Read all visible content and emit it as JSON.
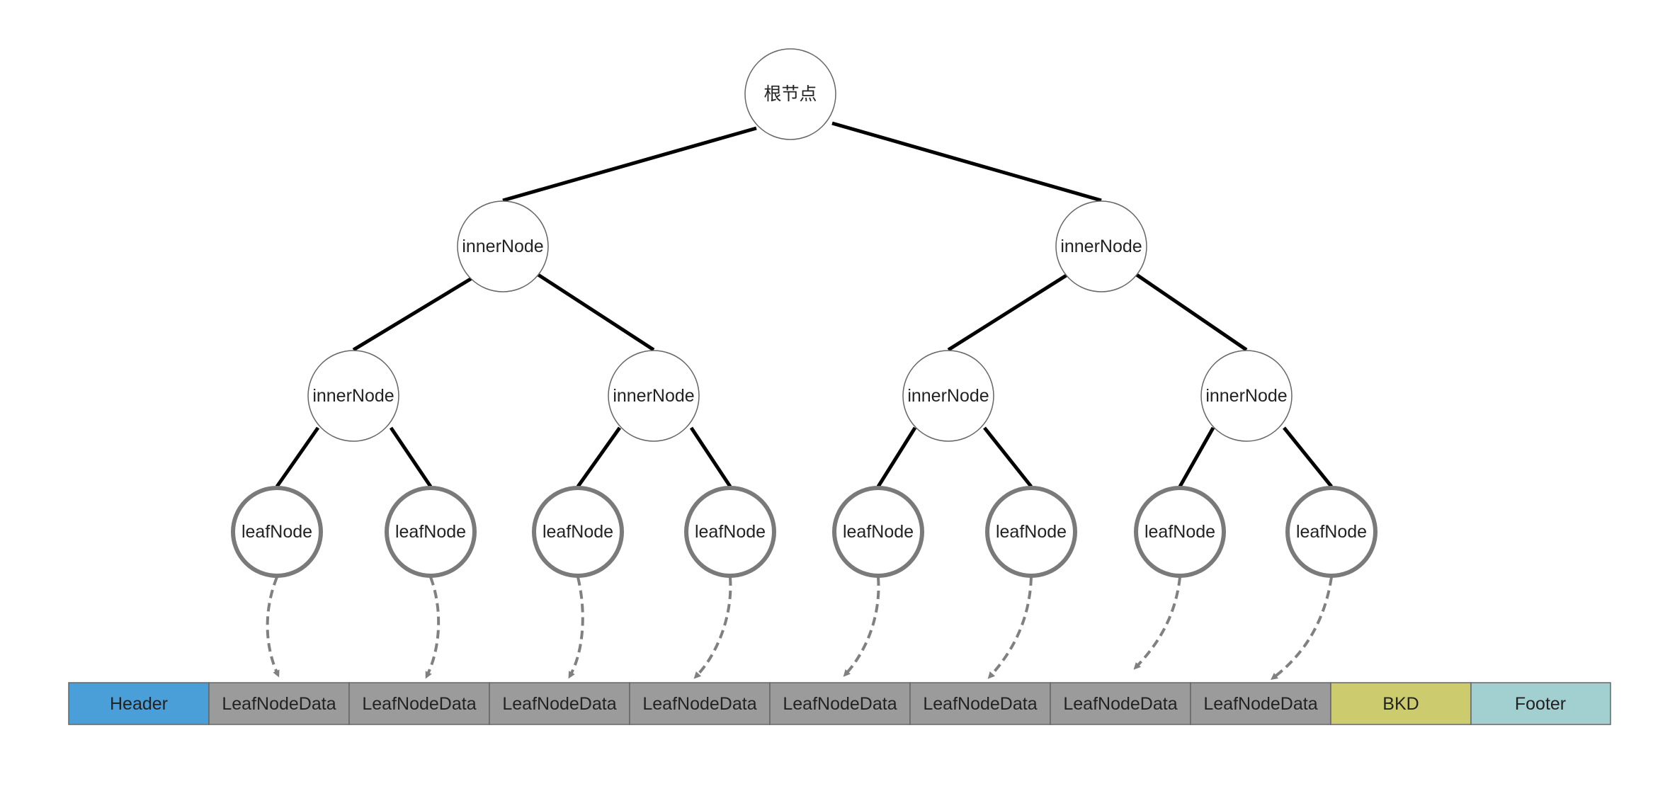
{
  "tree": {
    "root": {
      "label": "根节点"
    },
    "level1": [
      {
        "label": "innerNode"
      },
      {
        "label": "innerNode"
      }
    ],
    "level2": [
      {
        "label": "innerNode"
      },
      {
        "label": "innerNode"
      },
      {
        "label": "innerNode"
      },
      {
        "label": "innerNode"
      }
    ],
    "leaves": [
      {
        "label": "leafNode"
      },
      {
        "label": "leafNode"
      },
      {
        "label": "leafNode"
      },
      {
        "label": "leafNode"
      },
      {
        "label": "leafNode"
      },
      {
        "label": "leafNode"
      },
      {
        "label": "leafNode"
      },
      {
        "label": "leafNode"
      }
    ]
  },
  "file_layout": {
    "segments": [
      {
        "label": "Header",
        "color": "#4a9fd8"
      },
      {
        "label": "LeafNodeData",
        "color": "#9b9b9b"
      },
      {
        "label": "LeafNodeData",
        "color": "#9b9b9b"
      },
      {
        "label": "LeafNodeData",
        "color": "#9b9b9b"
      },
      {
        "label": "LeafNodeData",
        "color": "#9b9b9b"
      },
      {
        "label": "LeafNodeData",
        "color": "#9b9b9b"
      },
      {
        "label": "LeafNodeData",
        "color": "#9b9b9b"
      },
      {
        "label": "LeafNodeData",
        "color": "#9b9b9b"
      },
      {
        "label": "LeafNodeData",
        "color": "#9b9b9b"
      },
      {
        "label": "BKD",
        "color": "#cccc6e"
      },
      {
        "label": "Footer",
        "color": "#a2cfcf"
      }
    ]
  },
  "colors": {
    "edge": "#000000",
    "inner_border": "#666666",
    "leaf_border": "#7a7a7a",
    "pointer_arrow": "#808080"
  }
}
